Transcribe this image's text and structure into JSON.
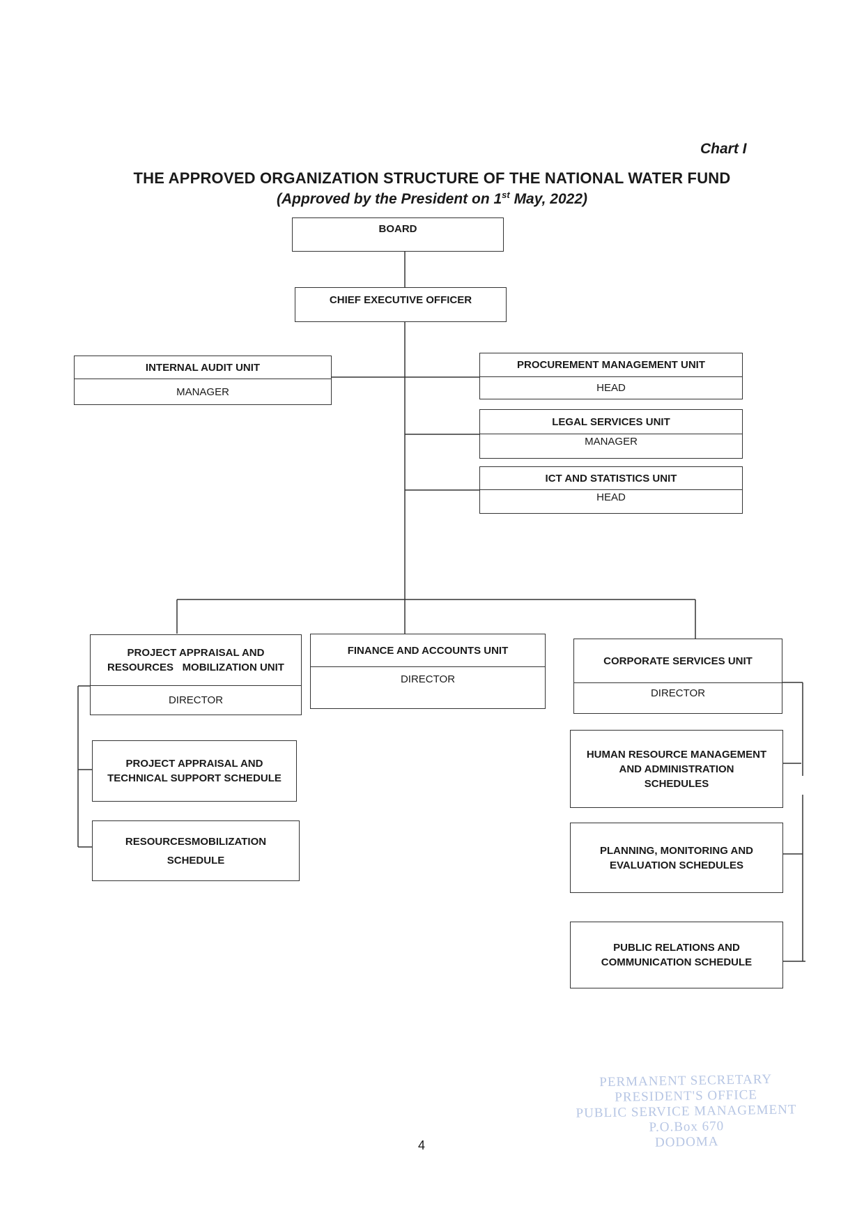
{
  "header": {
    "chart_number": "Chart I",
    "title": "THE APPROVED ORGANIZATION STRUCTURE OF THE NATIONAL WATER FUND",
    "subtitle_prefix": "(Approved by  the President on 1",
    "subtitle_sup": "st",
    "subtitle_suffix": " May, 2022)"
  },
  "org": {
    "board": "BOARD",
    "ceo": "CHIEF EXECUTIVE OFFICER",
    "internal_audit": {
      "name": "INTERNAL AUDIT UNIT",
      "role": "MANAGER"
    },
    "procurement": {
      "name": "PROCUREMENT MANAGEMENT UNIT",
      "role": "HEAD"
    },
    "legal": {
      "name": "LEGAL SERVICES UNIT",
      "role": "MANAGER"
    },
    "ict": {
      "name": "ICT AND STATISTICS UNIT",
      "role": "HEAD"
    },
    "project_appraisal": {
      "name_line1": "PROJECT APPRAISAL AND",
      "name_line2": "RESOURCES   MOBILIZATION UNIT",
      "role": "DIRECTOR"
    },
    "finance": {
      "name": "FINANCE AND ACCOUNTS UNIT",
      "role": "DIRECTOR"
    },
    "corporate": {
      "name": "CORPORATE SERVICES UNIT",
      "role": "DIRECTOR"
    },
    "pa_technical": {
      "line1": "PROJECT APPRAISAL AND",
      "line2": "TECHNICAL SUPPORT SCHEDULE"
    },
    "resource_mob": {
      "line1": "RESOURCESMOBILIZATION",
      "line2": "SCHEDULE"
    },
    "hr_admin": {
      "line1": "HUMAN RESOURCE MANAGEMENT",
      "line2": "AND ADMINISTRATION",
      "line3": "SCHEDULES"
    },
    "planning": {
      "line1": "PLANNING, MONITORING AND",
      "line2": "EVALUATION SCHEDULES"
    },
    "public_relations": {
      "line1": "PUBLIC RELATIONS AND",
      "line2": "COMMUNICATION SCHEDULE"
    }
  },
  "footer": {
    "page_number": "4",
    "stamp_line1": "PERMANENT SECRETARY",
    "stamp_line2": "PRESIDENT'S OFFICE",
    "stamp_line3": "PUBLIC SERVICE MANAGEMENT",
    "stamp_line4": "P.O.Box 670",
    "stamp_line5": "DODOMA"
  }
}
